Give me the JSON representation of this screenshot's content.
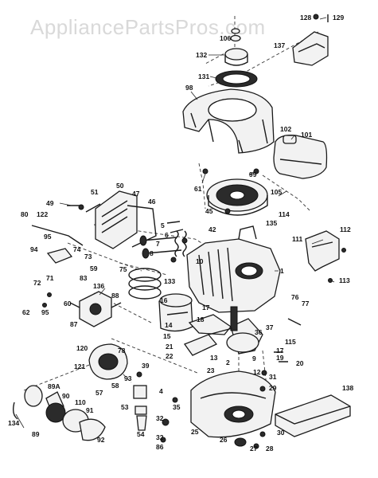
{
  "watermark": "AppliancePartsPros.com",
  "labels": {
    "l128": "128",
    "l129": "129",
    "l106": "106",
    "l132": "132",
    "l137": "137",
    "l131": "131",
    "l98": "98",
    "l102": "102",
    "l101": "101",
    "l99": "99",
    "l61": "61",
    "l105": "105",
    "l114": "114",
    "l45": "45",
    "l135": "135",
    "l111": "111",
    "l112": "112",
    "l113": "113",
    "l49": "49",
    "l51": "51",
    "l50": "50",
    "l47": "47",
    "l46": "46",
    "l80": "80",
    "l122": "122",
    "l95a": "95",
    "l94": "94",
    "l74": "74",
    "l73": "73",
    "l5": "5",
    "l6": "6",
    "l7": "7",
    "l8": "8",
    "l42": "42",
    "l10": "10",
    "l75": "75",
    "l133": "133",
    "l1": "1",
    "l72": "72",
    "l71": "71",
    "l83": "83",
    "l59": "59",
    "l136": "136",
    "l60": "60",
    "l62": "62",
    "l95b": "95",
    "l88": "88",
    "l87": "87",
    "l16": "16",
    "l17": "17",
    "l76": "76",
    "l77": "77",
    "l18": "18",
    "l14": "14",
    "l15": "15",
    "l37": "37",
    "l36": "36",
    "l115": "115",
    "l21": "21",
    "l13": "13",
    "l19": "19",
    "l20": "20",
    "l120": "120",
    "l78": "78",
    "l121": "121",
    "l93": "93",
    "l39": "39",
    "l22": "22",
    "l23": "23",
    "l12": "12",
    "l31": "31",
    "l29": "29",
    "l2": "2",
    "l9": "9",
    "l57": "57",
    "l58": "58",
    "l53": "53",
    "l4": "4",
    "l35": "35",
    "l89A": "89A",
    "l90": "90",
    "l110": "110",
    "l91": "91",
    "l92": "92",
    "l134": "134",
    "l89": "89",
    "l54": "54",
    "l32a": "32",
    "l32b": "32",
    "l86": "86",
    "l25": "25",
    "l26": "26",
    "l27": "27",
    "l28": "28",
    "l30": "30",
    "l138": "138",
    "l17b": "17"
  }
}
